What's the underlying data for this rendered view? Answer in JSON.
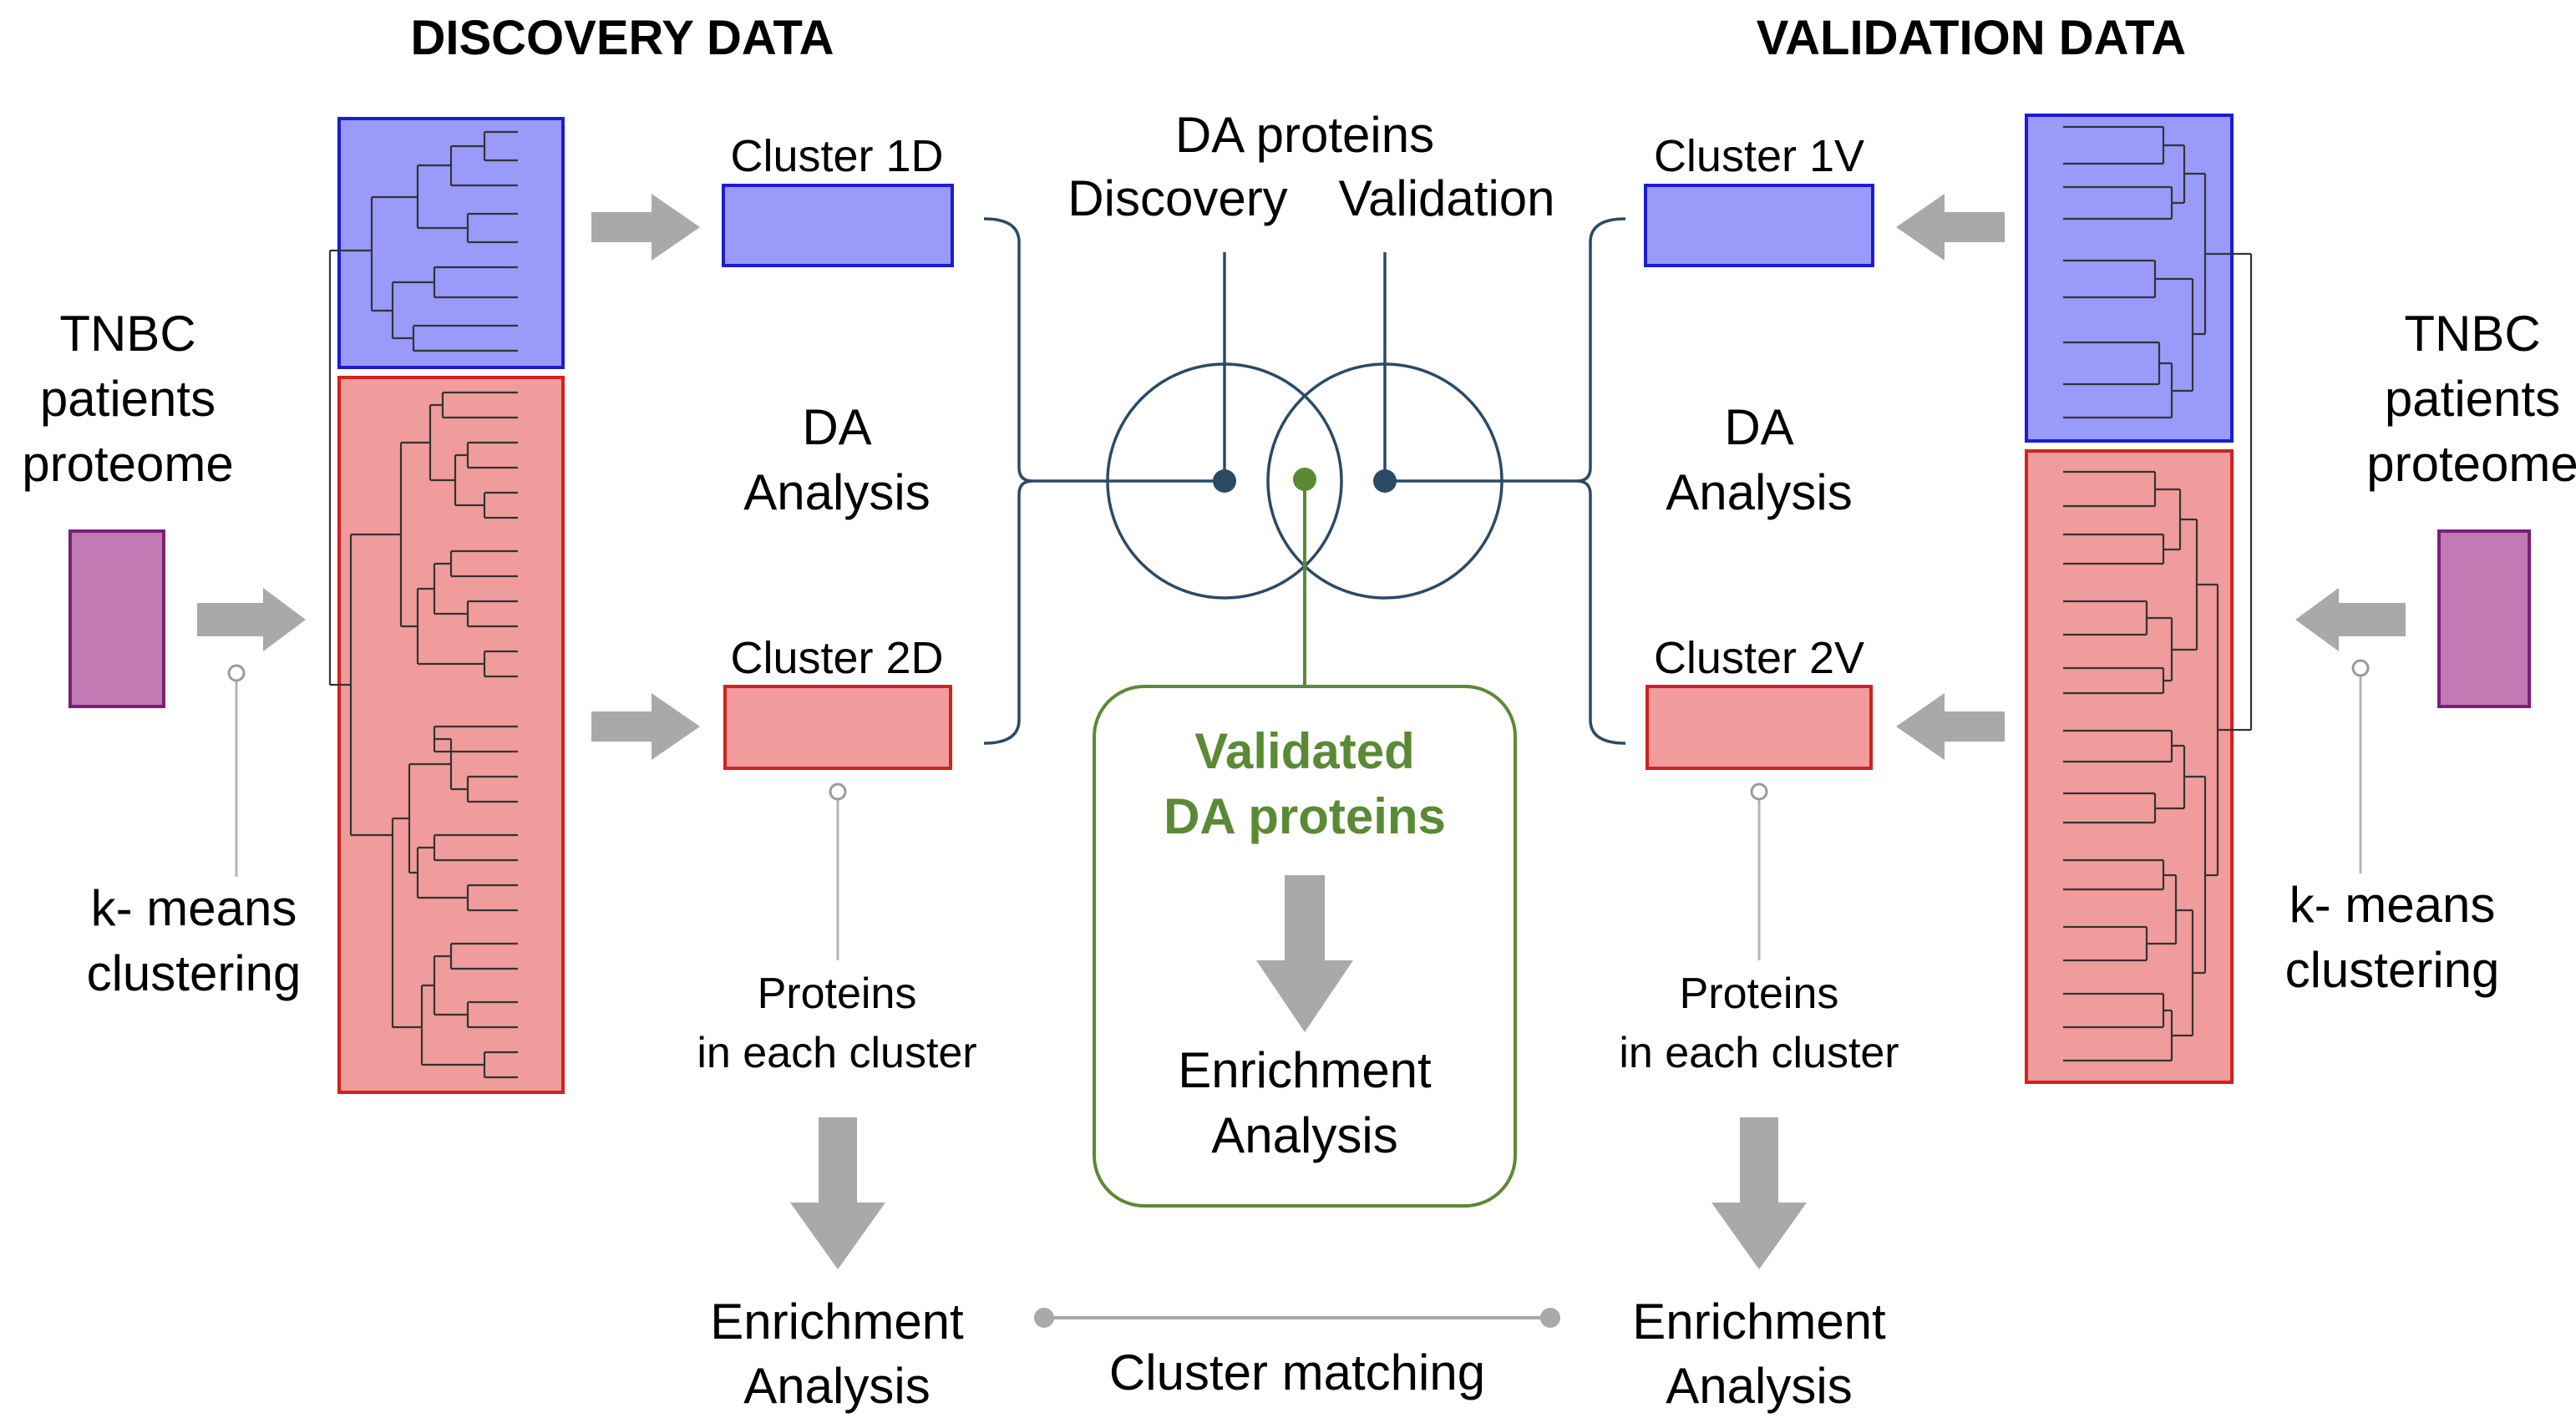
{
  "discovery": {
    "title": "DISCOVERY DATA",
    "source_label": [
      "TNBC",
      "patients",
      "proteome"
    ],
    "method_label": [
      "k- means",
      "clustering"
    ],
    "cluster1_label": "Cluster 1D",
    "cluster2_label": "Cluster 2D",
    "da_label": [
      "DA",
      "Analysis"
    ],
    "proteins_label": [
      "Proteins",
      "in each cluster"
    ],
    "enrichment_label": [
      "Enrichment",
      "Analysis"
    ]
  },
  "validation": {
    "title": "VALIDATION DATA",
    "source_label": [
      "TNBC",
      "patients",
      "proteome"
    ],
    "method_label": [
      "k- means",
      "clustering"
    ],
    "cluster1_label": "Cluster 1V",
    "cluster2_label": "Cluster 2V",
    "da_label": [
      "DA",
      "Analysis"
    ],
    "proteins_label": [
      "Proteins",
      "in each cluster"
    ],
    "enrichment_label": [
      "Enrichment",
      "Analysis"
    ]
  },
  "center": {
    "da_proteins_label": "DA proteins",
    "discovery_label": "Discovery",
    "validation_label": "Validation",
    "validated_label": [
      "Validated",
      "DA proteins"
    ],
    "enrichment_label": [
      "Enrichment",
      "Analysis"
    ]
  },
  "bottom": {
    "matching_label": "Cluster matching"
  },
  "colors": {
    "cluster1_fill": "#9a9afb",
    "cluster1_stroke": "#1c1cd4",
    "cluster2_fill": "#f09c9c",
    "cluster2_stroke": "#d42020",
    "proteome_fill": "#c17ab3",
    "proteome_stroke": "#7a1f7a",
    "validated_green": "#5a8a35",
    "arrow_gray": "#a9a9a9",
    "line_navy": "#2b4a66"
  }
}
